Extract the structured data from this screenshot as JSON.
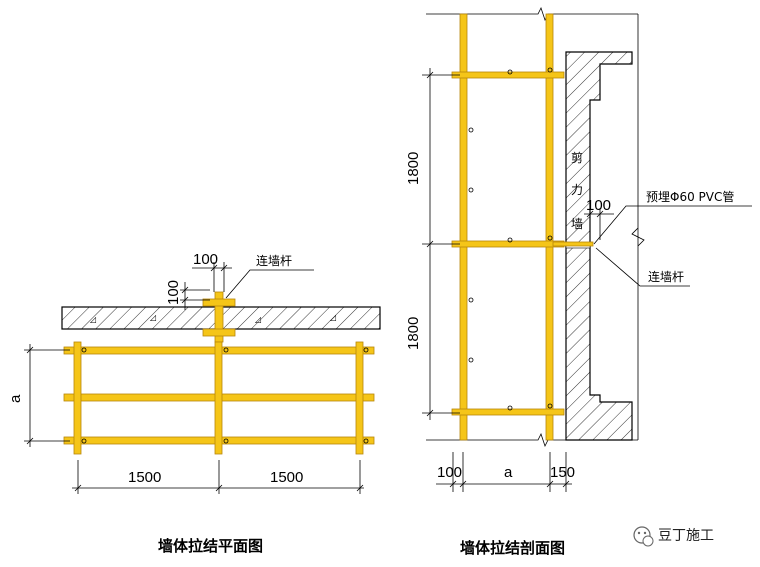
{
  "plan": {
    "dim_top": "100",
    "dim_side": "100",
    "dim_a": "a",
    "dim_span_left": "1500",
    "dim_span_right": "1500",
    "tie_label": "连墙杆",
    "caption": "墙体拉结平面图"
  },
  "section": {
    "dim_upper": "1800",
    "dim_lower": "1800",
    "dim_left_gap": "100",
    "dim_a": "a",
    "dim_right_gap": "150",
    "dim_embed": "100",
    "pvc_label": "预埋Φ60 PVC管",
    "tie_label": "连墙杆",
    "wall_chars": [
      "剪",
      "力",
      "墙"
    ],
    "caption": "墙体拉结剖面图"
  },
  "watermark": {
    "text": "豆丁施工",
    "icon": "wechat-icon"
  },
  "colors": {
    "scaffold": "#F5C518",
    "scaffold_edge": "#B8860B",
    "line": "#000000"
  }
}
